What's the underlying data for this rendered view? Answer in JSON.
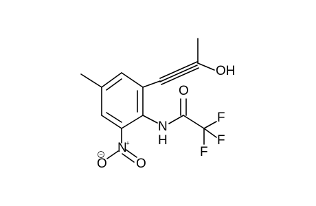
{
  "molecule": {
    "atoms": {
      "hydroxyl": "OH",
      "carbonyl_oxygen": "O",
      "fluorine_1": "F",
      "fluorine_2": "F",
      "fluorine_3": "F",
      "amide_nitrogen": "N",
      "amide_hydrogen": "H",
      "nitro_nitrogen": "N",
      "nitro_oxygen_1": "O",
      "nitro_oxygen_2": "O",
      "nitro_plus_charge": "+",
      "nitro_minus_charge": "−"
    },
    "colors": {
      "ink": "#000000",
      "background": "#ffffff"
    }
  }
}
